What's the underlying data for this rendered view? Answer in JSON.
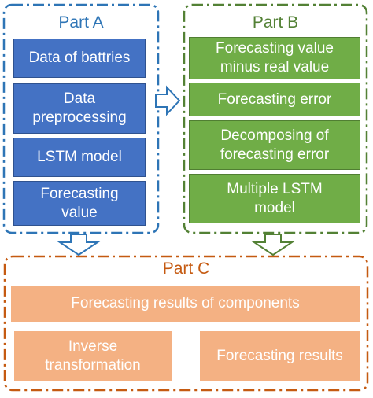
{
  "part_a": {
    "title": "Part A",
    "boxes": [
      "Data of battries",
      "Data\npreprocessing",
      "LSTM model",
      "Forecasting\nvalue"
    ]
  },
  "part_b": {
    "title": "Part B",
    "boxes": [
      "Forecasting value\nminus real value",
      "Forecasting error",
      "Decomposing of\nforecasting error",
      "Multiple LSTM\nmodel"
    ]
  },
  "part_c": {
    "title": "Part C",
    "boxes": [
      "Forecasting results of components",
      "Inverse\ntransformation",
      "Forecasting results"
    ]
  },
  "colors": {
    "part_a_border": "#2e75b6",
    "part_b_border": "#538135",
    "part_c_border": "#c55a11",
    "part_a_box": "#4472c4",
    "part_b_box": "#70ad47",
    "part_c_box": "#f4b183"
  }
}
